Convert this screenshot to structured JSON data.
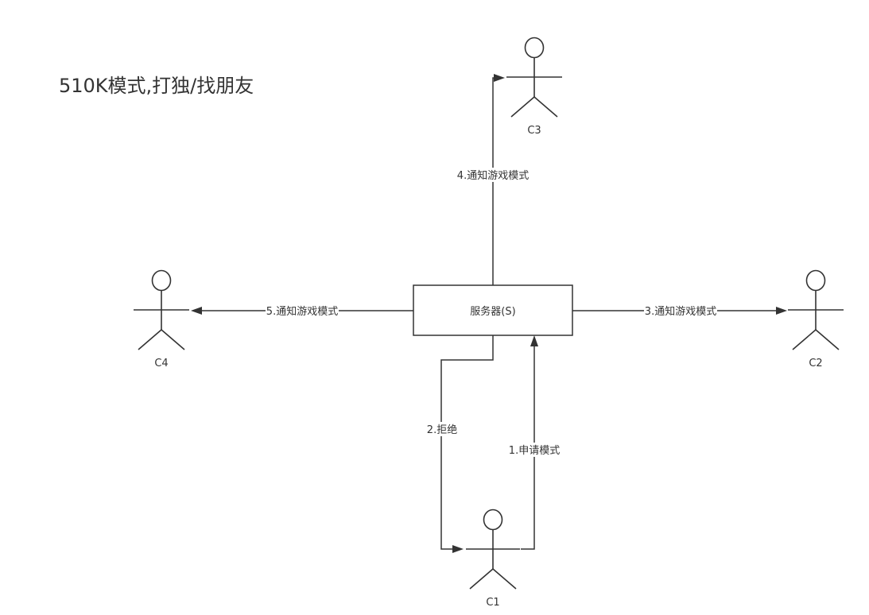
{
  "title": "510K模式,打独/找朋友",
  "server": {
    "label": "服务器(S)"
  },
  "actors": {
    "c1": "C1",
    "c2": "C2",
    "c3": "C3",
    "c4": "C4"
  },
  "edges": {
    "e1": "1.申请模式",
    "e2": "2.拒绝",
    "e3": "3.通知游戏模式",
    "e4": "4.通知游戏模式",
    "e5": "5.通知游戏模式"
  },
  "colors": {
    "stroke": "#333333",
    "background": "#ffffff"
  }
}
